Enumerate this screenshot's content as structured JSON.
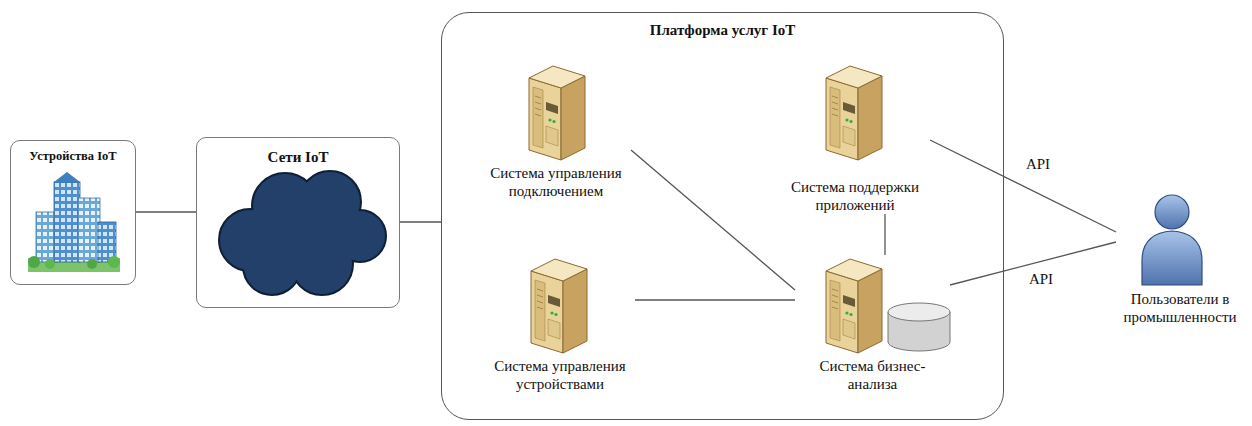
{
  "diagram": {
    "nodes": [
      {
        "text": [
          "Устройства IoT"
        ]
      },
      {
        "text": [
          "Сети IoT"
        ]
      },
      {
        "text": [
          "Платформа услуг IoT"
        ]
      },
      {
        "text": [
          "Система управления подключением"
        ],
        "in": 2
      },
      {
        "text": [
          "Система поддержки приложений"
        ],
        "in": 2
      },
      {
        "text": [
          "Система управления устройствами"
        ],
        "in": 2
      },
      {
        "text": [
          "Система бизнес-анализа"
        ],
        "in": 2
      },
      {
        "text": [
          "Пользователи в промышленности"
        ]
      }
    ],
    "edges": [
      {
        "from": 0,
        "to": 1,
        "arrow": "none"
      },
      {
        "from": 1,
        "to": 2,
        "arrow": "none"
      },
      {
        "from": 3,
        "to": 6,
        "arrow": "none"
      },
      {
        "from": 5,
        "to": 6,
        "arrow": "none"
      },
      {
        "from": 4,
        "to": 6,
        "arrow": "none"
      },
      {
        "from": 4,
        "to": 7,
        "label": "API",
        "arrow": "none"
      },
      {
        "from": 6,
        "to": 7,
        "label": "API",
        "arrow": "none"
      }
    ]
  }
}
